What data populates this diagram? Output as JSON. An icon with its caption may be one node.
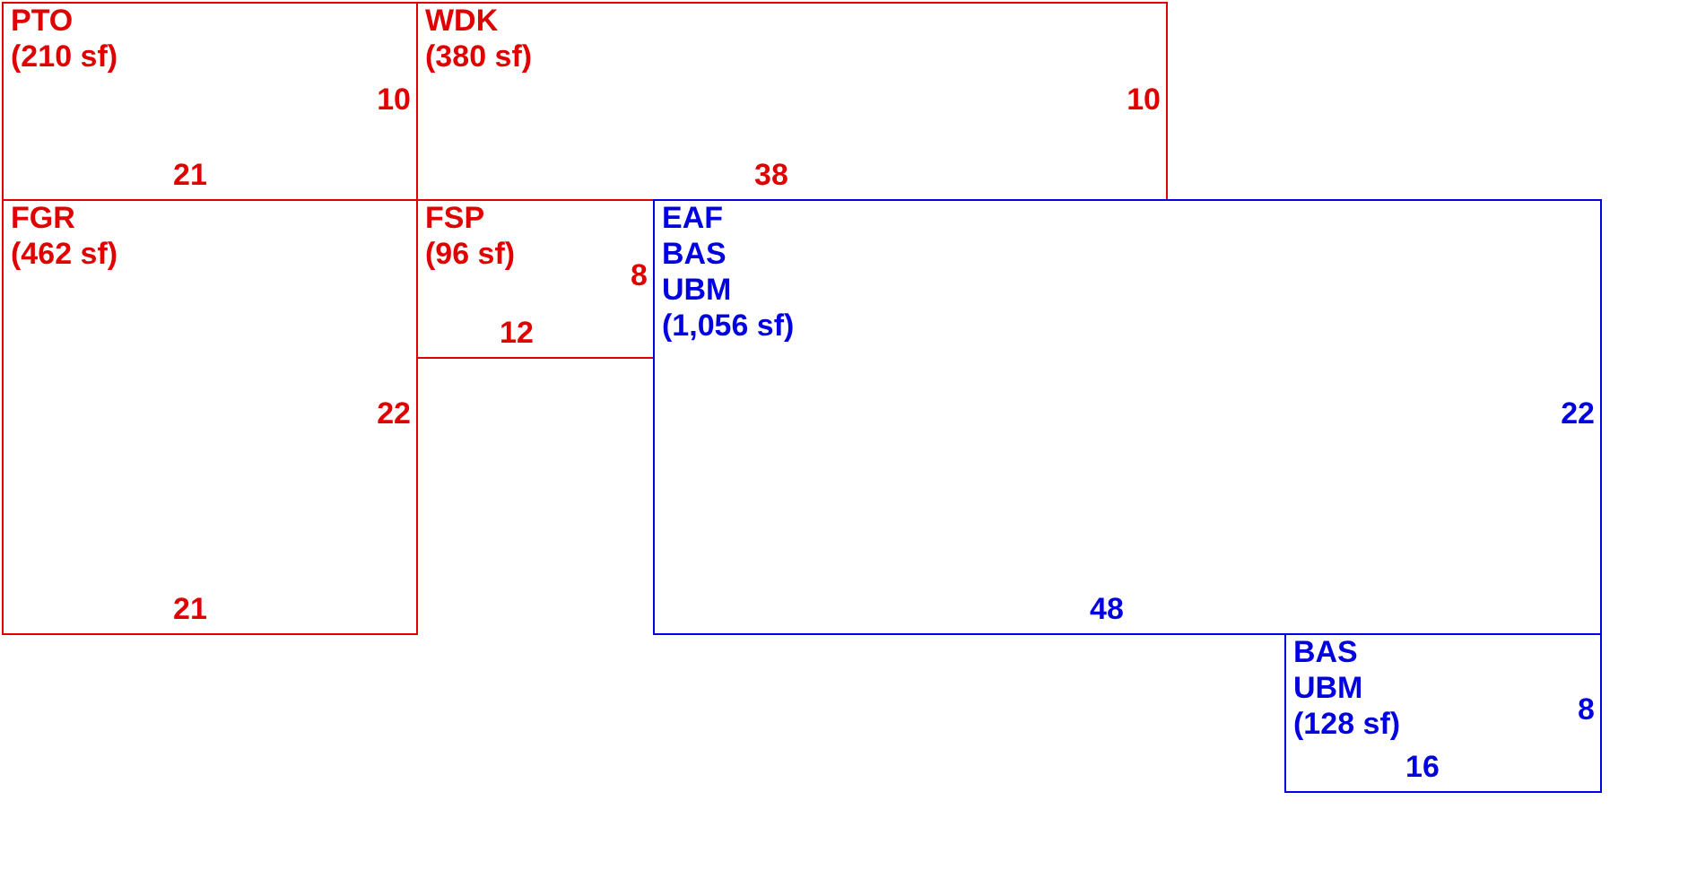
{
  "diagram": {
    "nodes": [
      {
        "text": [
          "PTO",
          "(210 sf)",
          "10",
          "21"
        ]
      },
      {
        "text": [
          "WDK",
          "(380 sf)",
          "10",
          "38"
        ]
      },
      {
        "text": [
          "FGR",
          "(462 sf)",
          "22",
          "21"
        ]
      },
      {
        "text": [
          "FSP",
          "(96 sf)",
          "8",
          "12"
        ]
      },
      {
        "text": [
          "EAF",
          "BAS",
          "UBM",
          "(1,056 sf)",
          "22",
          "48"
        ]
      },
      {
        "text": [
          "BAS",
          "UBM",
          "(128 sf)",
          "8",
          "16"
        ]
      }
    ]
  }
}
